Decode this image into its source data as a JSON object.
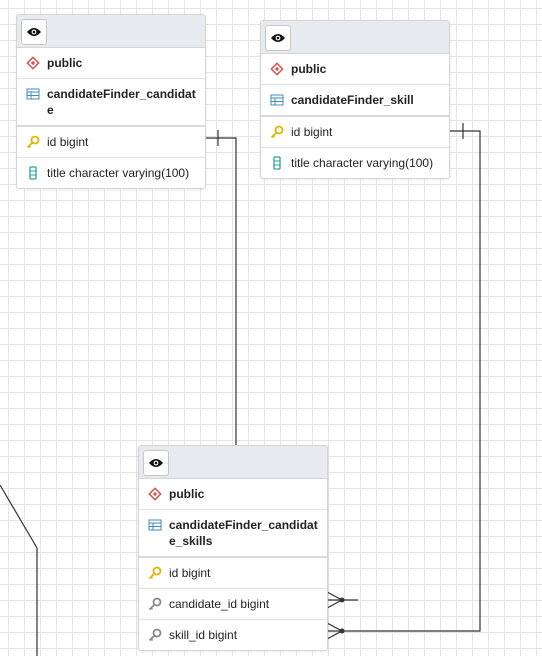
{
  "tables": [
    {
      "schema": "public",
      "table_name": "candidateFinder_candidate",
      "columns": [
        {
          "name": "id",
          "type": "bigint",
          "icon": "primary-key-icon"
        },
        {
          "name": "title",
          "type": "character varying(100)",
          "icon": "column-icon"
        }
      ]
    },
    {
      "schema": "public",
      "table_name": "candidateFinder_skill",
      "columns": [
        {
          "name": "id",
          "type": "bigint",
          "icon": "primary-key-icon"
        },
        {
          "name": "title",
          "type": "character varying(100)",
          "icon": "column-icon"
        }
      ]
    },
    {
      "schema": "public",
      "table_name": "candidateFinder_candidate_skills",
      "columns": [
        {
          "name": "id",
          "type": "bigint",
          "icon": "primary-key-icon"
        },
        {
          "name": "candidate_id",
          "type": "bigint",
          "icon": "foreign-key-icon"
        },
        {
          "name": "skill_id",
          "type": "bigint",
          "icon": "foreign-key-icon"
        }
      ]
    }
  ],
  "relations": [
    {
      "from": "candidateFinder_candidate.id",
      "to": "candidateFinder_candidate_skills.candidate_id",
      "from_cardinality": "one",
      "to_cardinality": "many"
    },
    {
      "from": "candidateFinder_skill.id",
      "to": "candidateFinder_candidate_skills.skill_id",
      "from_cardinality": "one",
      "to_cardinality": "many"
    }
  ],
  "colors": {
    "schema_icon": "#d9534f",
    "table_icon": "#3c8dbc",
    "primary_key_icon": "#e0b400",
    "column_icon": "#2aa198",
    "foreign_key_icon": "#888888",
    "link_line": "#333333"
  }
}
